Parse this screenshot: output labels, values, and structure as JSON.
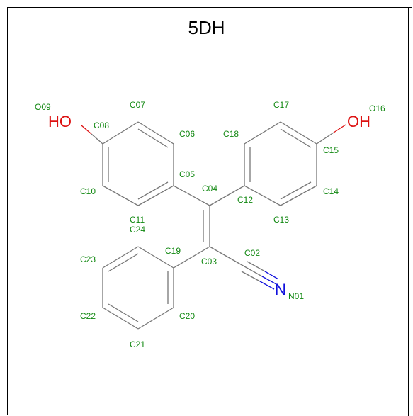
{
  "title": "5DH",
  "colors": {
    "bond": "#777777",
    "label": "#118811",
    "oxygen": "#dd1111",
    "nitrogen": "#1111dd"
  },
  "hetero_atoms": {
    "left_oh": "HO",
    "right_oh": "OH",
    "nitrogen": "N"
  },
  "atom_labels": {
    "O09": "O09",
    "C07": "C07",
    "C08": "C08",
    "C06": "C06",
    "C05": "C05",
    "C10": "C10",
    "C11": "C11",
    "C24": "C24",
    "C04": "C04",
    "C17": "C17",
    "O16": "O16",
    "C18": "C18",
    "C15": "C15",
    "C12": "C12",
    "C14": "C14",
    "C13": "C13",
    "C23": "C23",
    "C19": "C19",
    "C03": "C03",
    "C02": "C02",
    "N01": "N01",
    "C22": "C22",
    "C20": "C20",
    "C21": "C21"
  }
}
